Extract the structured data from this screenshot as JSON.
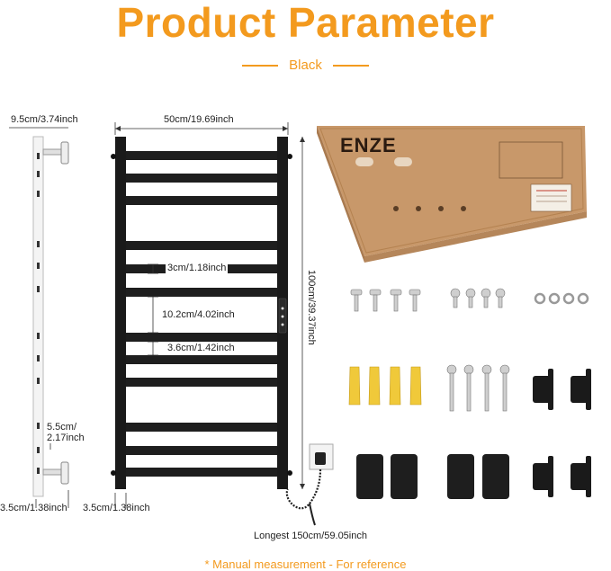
{
  "header": {
    "title": "Product Parameter",
    "color_label": "Black"
  },
  "dimensions": {
    "side_depth": "9.5cm/3.74inch",
    "width": "50cm/19.69inch",
    "height": "100cm/39.37inch",
    "bar_height": "3cm/1.18inch",
    "gap_large": "10.2cm/4.02inch",
    "gap_small": "3.6cm/1.42inch",
    "bracket_gap_line1": "5.5cm/",
    "bracket_gap_line2": "2.17inch",
    "side_bottom_left": "3.5cm/1.38inch",
    "side_bottom_right": "3.5cm/1.38inch",
    "cord_length": "Longest 150cm/59.05inch"
  },
  "box": {
    "brand": "ENZE"
  },
  "footer": {
    "note": "* Manual measurement - For reference"
  },
  "colors": {
    "accent": "#f39a1e",
    "rail": "#1a1a1a",
    "box": "#c89a6a"
  }
}
